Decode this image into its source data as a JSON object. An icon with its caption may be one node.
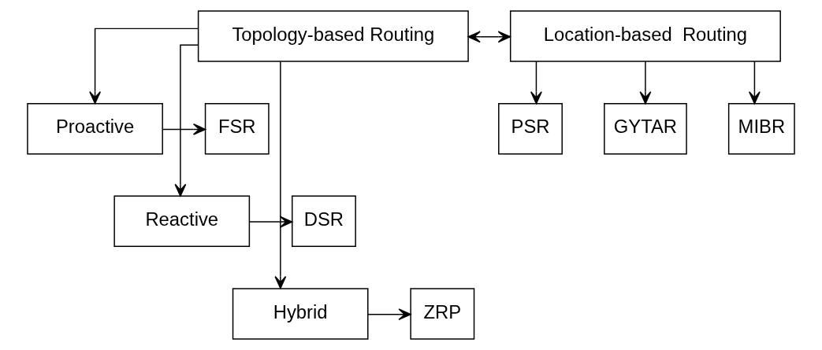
{
  "diagram": {
    "nodes": [
      {
        "text": [
          "Topology-based Routing"
        ]
      },
      {
        "text": [
          "Location-based  Routing"
        ]
      },
      {
        "text": [
          "Proactive"
        ]
      },
      {
        "text": [
          "FSR"
        ]
      },
      {
        "text": [
          "Reactive"
        ]
      },
      {
        "text": [
          "DSR"
        ]
      },
      {
        "text": [
          "Hybrid"
        ]
      },
      {
        "text": [
          "ZRP"
        ]
      },
      {
        "text": [
          "PSR"
        ]
      },
      {
        "text": [
          "GYTAR"
        ]
      },
      {
        "text": [
          "MIBR"
        ]
      }
    ],
    "edges": [
      {
        "from": 0,
        "to": 1,
        "arrow": "both"
      },
      {
        "from": 0,
        "to": 2,
        "arrow": "to"
      },
      {
        "from": 0,
        "to": 4,
        "arrow": "to"
      },
      {
        "from": 0,
        "to": 6,
        "arrow": "to"
      },
      {
        "from": 2,
        "to": 3,
        "arrow": "to"
      },
      {
        "from": 4,
        "to": 5,
        "arrow": "to"
      },
      {
        "from": 6,
        "to": 7,
        "arrow": "to"
      },
      {
        "from": 1,
        "to": 8,
        "arrow": "to"
      },
      {
        "from": 1,
        "to": 9,
        "arrow": "to"
      },
      {
        "from": 1,
        "to": 10,
        "arrow": "to"
      }
    ]
  }
}
